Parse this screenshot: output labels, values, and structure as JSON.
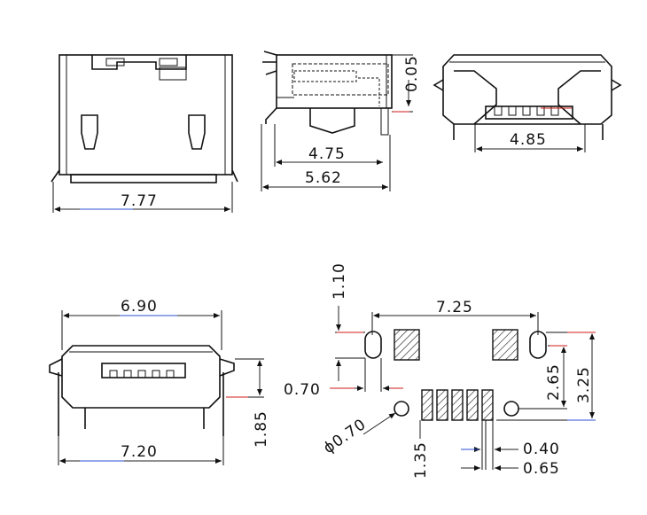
{
  "views": {
    "top_view": {
      "width_label": "7.77"
    },
    "side_view": {
      "offset_label": "0.05",
      "inner_length_label": "4.75",
      "outer_length_label": "5.62"
    },
    "front_view": {
      "opening_label": "4.85"
    },
    "rear_view": {
      "top_width_label": "6.90",
      "base_width_label": "7.20",
      "height_label": "1.85"
    },
    "footprint": {
      "span_label": "7.25",
      "slot_height_label": "1.10",
      "slot_width_label": "0.70",
      "hole_label": "ϕ0.70",
      "pitch_label": "0.40",
      "pad_width_label": "0.65",
      "row_offset_label": "1.35",
      "vertical_a_label": "2.65",
      "vertical_b_label": "3.25"
    }
  },
  "colors": {
    "line": "#111111",
    "accent_red": "#d11a1a",
    "accent_blue": "#2a4fd6"
  }
}
